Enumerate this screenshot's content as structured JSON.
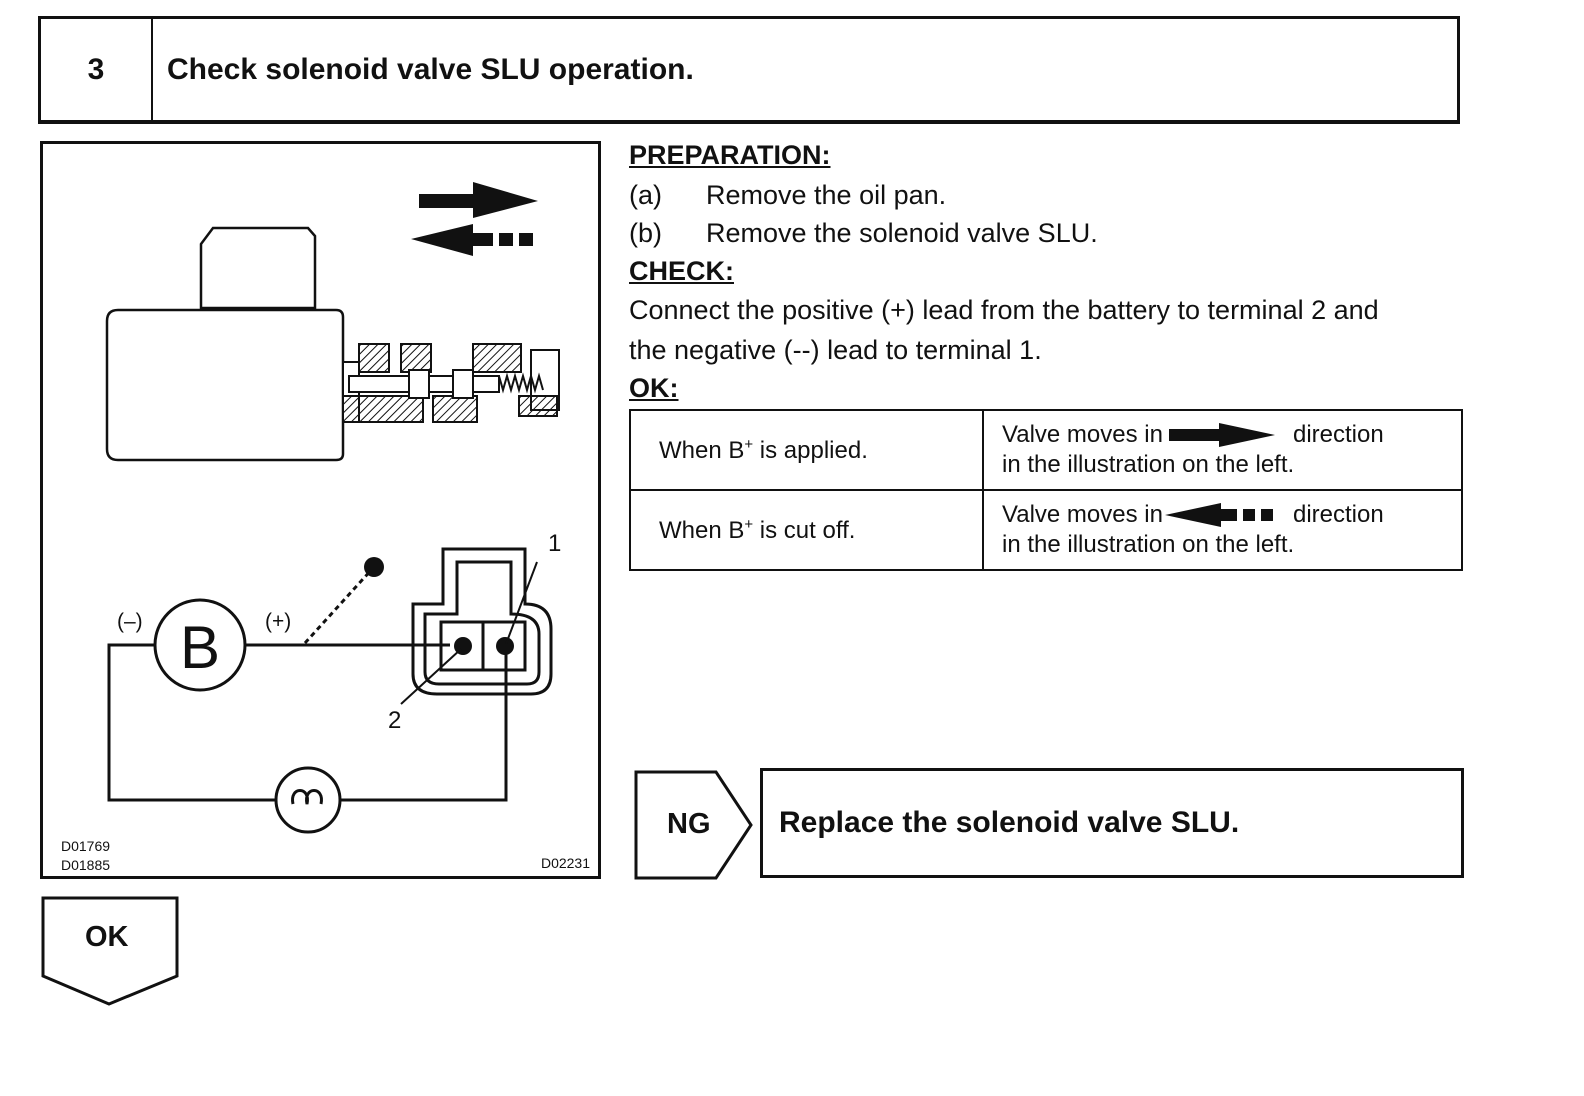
{
  "header": {
    "step_number": "3",
    "title": "Check solenoid valve SLU operation."
  },
  "illustration": {
    "codes_left": [
      "D01769",
      "D01885"
    ],
    "code_right": "D02231",
    "minus_label": "(–)",
    "plus_label": "(+)",
    "battery_label": "B",
    "terminal_1": "1",
    "terminal_2": "2"
  },
  "preparation": {
    "heading": "PREPARATION:",
    "steps": [
      {
        "marker": "(a)",
        "text": "Remove the oil pan."
      },
      {
        "marker": "(b)",
        "text": "Remove the solenoid valve SLU."
      }
    ]
  },
  "check": {
    "heading": "CHECK:",
    "line1": "Connect the positive (+) lead from the battery to terminal 2 and",
    "line2": "the negative (--) lead to terminal 1."
  },
  "ok_table": {
    "heading": "OK:",
    "rows": [
      {
        "condition": "When B",
        "condition_sup": "+",
        "condition_rest": " is applied.",
        "result_pre": "Valve moves in",
        "result_dir": "direction",
        "result_line2": "in the illustration on the left.",
        "arrow": "solid-right-arrow-icon"
      },
      {
        "condition": "When B",
        "condition_sup": "+",
        "condition_rest": " is cut off.",
        "result_pre": "Valve moves in",
        "result_dir": "direction",
        "result_line2": "in the illustration on the left.",
        "arrow": "dashed-left-arrow-icon"
      }
    ]
  },
  "ng": {
    "label": "NG",
    "action": "Replace the solenoid valve SLU."
  },
  "ok_button": {
    "label": "OK"
  }
}
